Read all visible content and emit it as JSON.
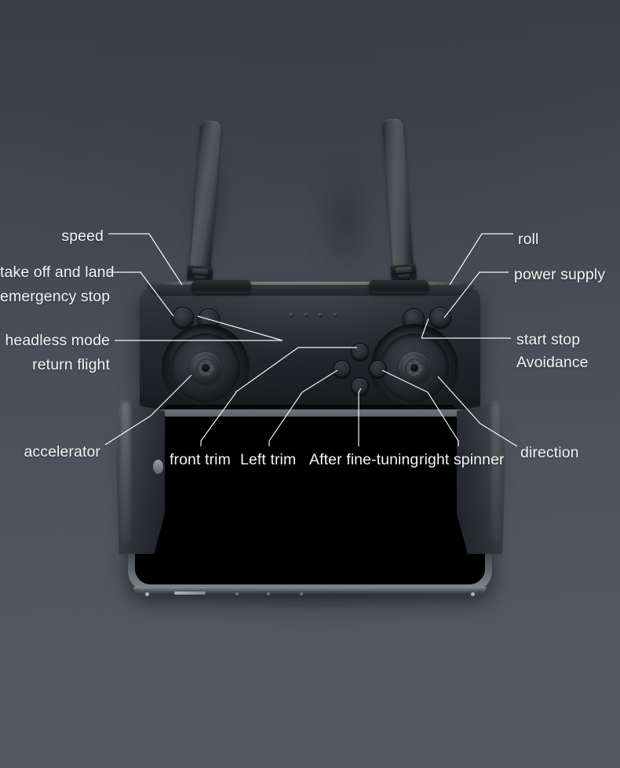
{
  "scene": {
    "title": "Drone remote controller annotated diagram",
    "background_top": "#383c44",
    "background_bottom": "#555861",
    "leader_line_color": "#ffffff",
    "label_color": "#f2f3f4"
  },
  "labels": {
    "speed": "speed",
    "take_off_and_land": "take off and land",
    "emergency_stop": "emergency stop",
    "headless_mode": "headless mode",
    "return_flight": "return flight",
    "accelerator": "accelerator",
    "roll": "roll",
    "power_supply": "power supply",
    "start_stop": "start stop",
    "avoidance": "Avoidance",
    "direction": "direction",
    "front_trim": "front trim",
    "left_trim": "Left trim",
    "after_fine_tuning": "After fine-tuning",
    "right_spinner": "right spinner"
  },
  "device": {
    "name": "drone-remote-controller",
    "antennas": 2,
    "led_indicators": 4,
    "joysticks": 2,
    "shoulder_buttons": 4,
    "trim_buttons": 4,
    "phone_screen_state": "off"
  }
}
